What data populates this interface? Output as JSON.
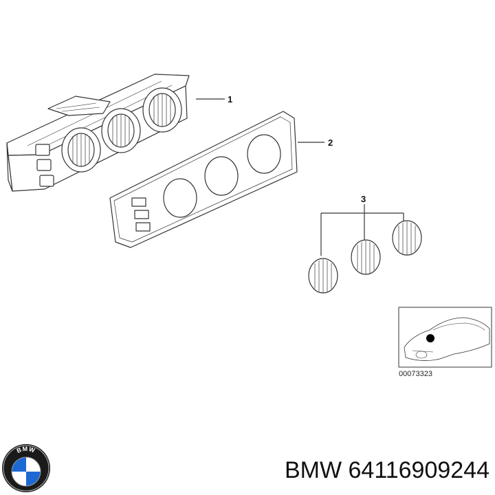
{
  "diagram": {
    "callouts": [
      "1",
      "2",
      "3"
    ],
    "inset_reference": "00073323"
  },
  "brand": {
    "logo_text": "BMW",
    "caption": "BMW 64116909244"
  },
  "colors": {
    "line": "#333333",
    "dot": "#000000",
    "logo_blue": "#1c69d4",
    "logo_ring": "#1a1a1a"
  }
}
